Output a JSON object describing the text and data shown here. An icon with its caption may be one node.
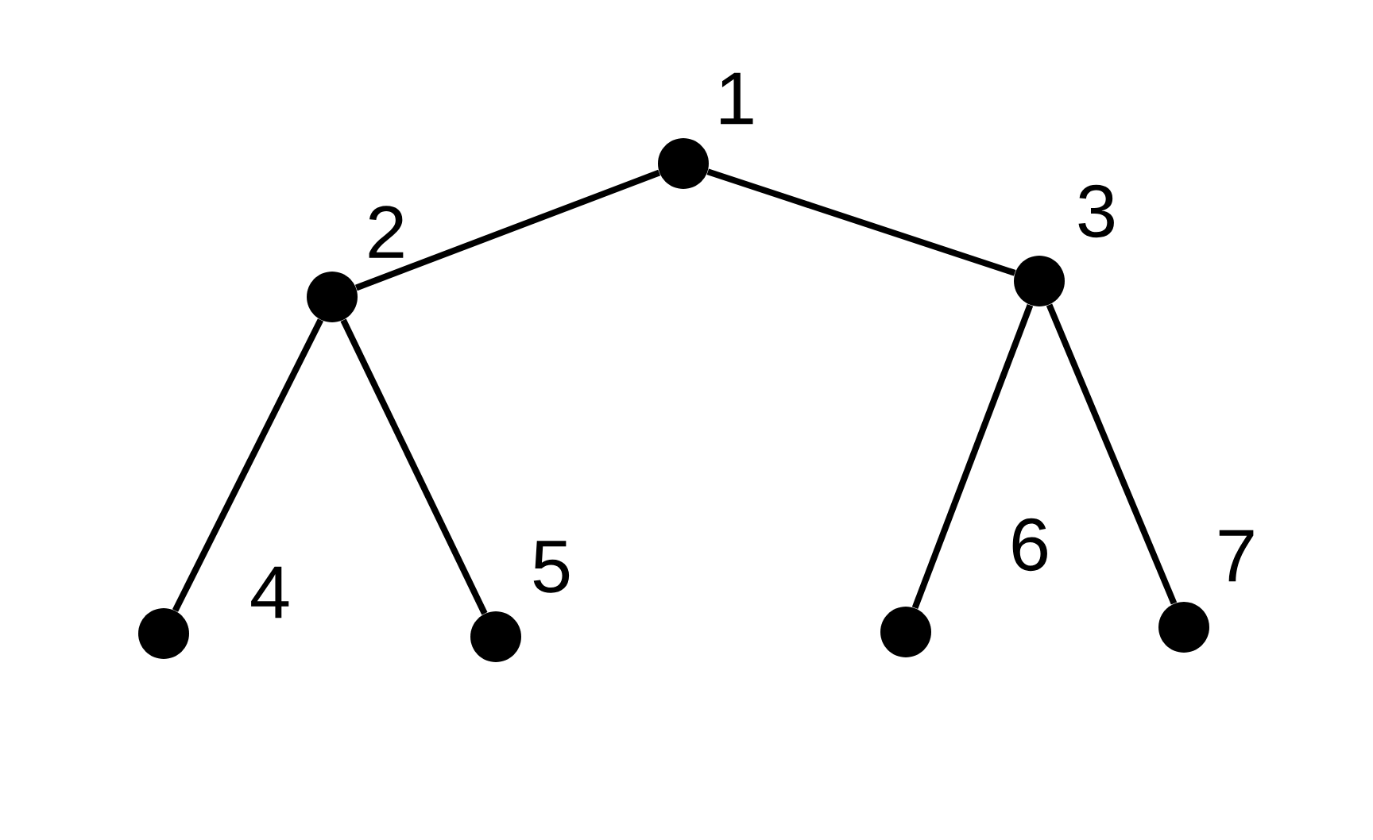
{
  "diagram": {
    "nodes": [
      {
        "text": [],
        "shape": "circle",
        "beside": [
          "1"
        ]
      },
      {
        "text": [],
        "shape": "circle",
        "beside": [
          "2"
        ]
      },
      {
        "text": [],
        "shape": "circle",
        "beside": [
          "3"
        ]
      },
      {
        "text": [],
        "shape": "circle",
        "beside": [
          "4"
        ]
      },
      {
        "text": [],
        "shape": "circle",
        "beside": [
          "5"
        ]
      },
      {
        "text": [],
        "shape": "circle",
        "beside": [
          "6"
        ]
      },
      {
        "text": [],
        "shape": "circle",
        "beside": [
          "7"
        ]
      }
    ],
    "edges": [
      {
        "from": 0,
        "to": 1,
        "arrow": "none"
      },
      {
        "from": 0,
        "to": 2,
        "arrow": "none"
      },
      {
        "from": 1,
        "to": 3,
        "arrow": "none"
      },
      {
        "from": 1,
        "to": 4,
        "arrow": "none"
      },
      {
        "from": 2,
        "to": 5,
        "arrow": "none"
      },
      {
        "from": 2,
        "to": 6,
        "arrow": "none"
      }
    ]
  }
}
